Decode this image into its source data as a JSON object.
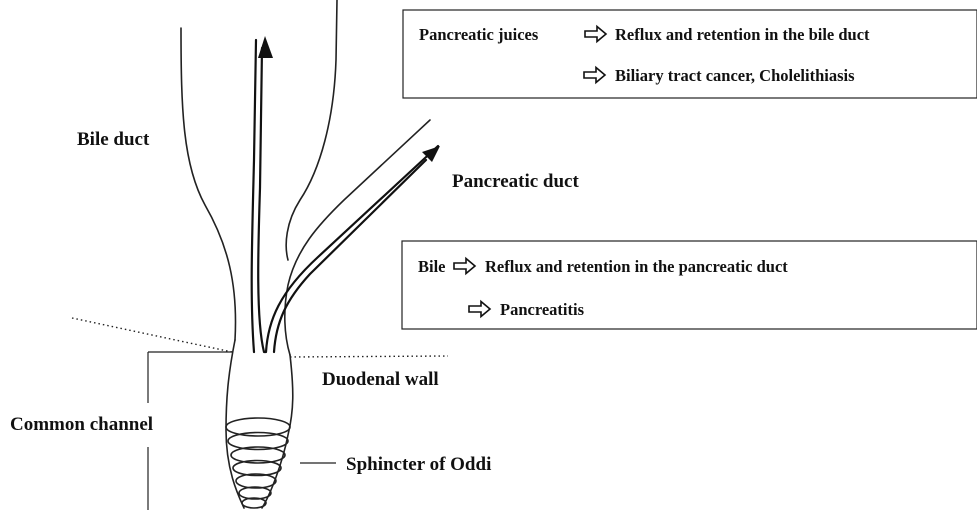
{
  "labels": {
    "bile_duct": "Bile duct",
    "pancreatic_duct": "Pancreatic duct",
    "duodenal_wall": "Duodenal wall",
    "common_channel": "Common channel",
    "sphincter": "Sphincter of Oddi"
  },
  "top_box": {
    "line1_left": "Pancreatic juices",
    "line1_right": "Reflux and retention in the bile duct",
    "line2": "Biliary tract cancer, Cholelithiasis"
  },
  "bottom_box": {
    "line1_left": "Bile",
    "line1_right": "Reflux and retention in the pancreatic duct",
    "line2": "Pancreatitis"
  },
  "icons": {
    "arrow": "hollow-right-arrow-icon",
    "flow_arrowhead": "arrowhead-icon"
  }
}
